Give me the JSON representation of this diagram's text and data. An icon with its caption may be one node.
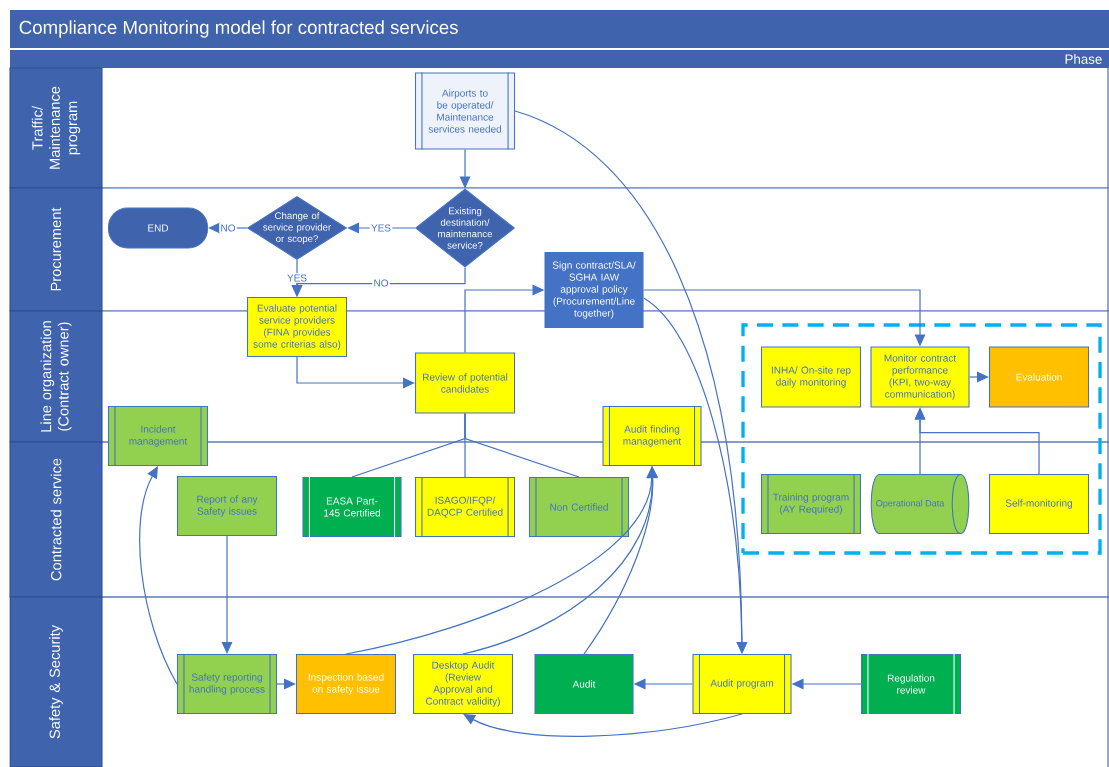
{
  "diagram": {
    "title": "Compliance Monitoring model for contracted services",
    "nodes": [
      {
        "text": [
          "Traffic/ Maintenance program"
        ]
      },
      {
        "text": [
          "Procurement"
        ]
      },
      {
        "text": [
          "Line organization (Contract owner)"
        ]
      },
      {
        "text": [
          "Contracted service"
        ]
      },
      {
        "text": [
          "Safety & Security"
        ]
      },
      {
        "text": [
          "Airports to be operated/ Maintenance services needed"
        ]
      },
      {
        "text": [
          "END"
        ]
      },
      {
        "text": [
          "Change of service provider or scope?"
        ]
      },
      {
        "text": [
          "Existing destination/ maintenance service?"
        ]
      },
      {
        "text": [
          "Sign contract/SLA/ SGHA IAW approval policy (Procurement/Line together)"
        ]
      },
      {
        "text": [
          "Evaluate potential service providers (FINA provides some criterias also)"
        ]
      },
      {
        "text": [
          "Review of potential candidates"
        ]
      },
      {
        "text": [],
        "shape": "box"
      },
      {
        "text": [
          "INHA/ On-site rep daily monitoring"
        ],
        "in": 12
      },
      {
        "text": [
          "Monitor contract performance (KPI, two-way communication)"
        ],
        "in": 12
      },
      {
        "text": [
          "Evaluation"
        ],
        "in": 12
      },
      {
        "text": [
          "Incident management"
        ]
      },
      {
        "text": [
          "Audit finding management"
        ]
      },
      {
        "text": [
          "Report of any Safety issues"
        ]
      },
      {
        "text": [
          "EASA Part-145 Certified"
        ]
      },
      {
        "text": [
          "ISAGO/IFQP/ DAQCP Certified"
        ]
      },
      {
        "text": [
          "Non Certified"
        ]
      },
      {
        "text": [
          "Training program (AY Required)"
        ],
        "in": 12
      },
      {
        "text": [
          "Operational Data"
        ],
        "in": 12
      },
      {
        "text": [
          "Self-monitoring"
        ],
        "in": 12
      },
      {
        "text": [
          "Safety reporting handling process"
        ]
      },
      {
        "text": [
          "Inspection based on safety issue"
        ]
      },
      {
        "text": [
          "Desktop Audit (Review Approval and Contract validity)"
        ]
      },
      {
        "text": [
          "Audit"
        ]
      },
      {
        "text": [
          "Audit program"
        ]
      },
      {
        "text": [
          "Regulation review"
        ]
      }
    ],
    "edges": [
      {
        "from": 5,
        "to": 8,
        "arrow": "to"
      },
      {
        "from": 8,
        "to": 7,
        "arrow": "to",
        "label": "YES"
      },
      {
        "from": 7,
        "to": 6,
        "arrow": "to",
        "label": "NO"
      },
      {
        "from": 7,
        "to": 10,
        "arrow": "to",
        "label": "YES"
      },
      {
        "from": 8,
        "to": 10,
        "arrow": "to",
        "label": "NO"
      },
      {
        "from": 10,
        "to": 11,
        "arrow": "to"
      },
      {
        "from": 11,
        "to": 9,
        "arrow": "to"
      },
      {
        "from": 9,
        "to": 14,
        "arrow": "to"
      },
      {
        "from": 11,
        "to": 19,
        "arrow": "none"
      },
      {
        "from": 11,
        "to": 20,
        "arrow": "none"
      },
      {
        "from": 11,
        "to": 21,
        "arrow": "none"
      },
      {
        "from": 5,
        "to": 29,
        "arrow": "to"
      },
      {
        "from": 9,
        "to": 29,
        "arrow": "to"
      },
      {
        "from": 23,
        "to": 14,
        "arrow": "to"
      },
      {
        "from": 24,
        "to": 14,
        "arrow": "to"
      },
      {
        "from": 14,
        "to": 15,
        "arrow": "to"
      },
      {
        "from": 18,
        "to": 25,
        "arrow": "to"
      },
      {
        "from": 25,
        "to": 26,
        "arrow": "to"
      },
      {
        "from": 25,
        "to": 16,
        "arrow": "to"
      },
      {
        "from": 26,
        "to": 17,
        "arrow": "to"
      },
      {
        "from": 27,
        "to": 17,
        "arrow": "to"
      },
      {
        "from": 28,
        "to": 17,
        "arrow": "to"
      },
      {
        "from": 29,
        "to": 28,
        "arrow": "to"
      },
      {
        "from": 30,
        "to": 29,
        "arrow": "to"
      },
      {
        "from": 29,
        "to": 27,
        "arrow": "to"
      }
    ],
    "labels": [
      "Phase"
    ]
  }
}
